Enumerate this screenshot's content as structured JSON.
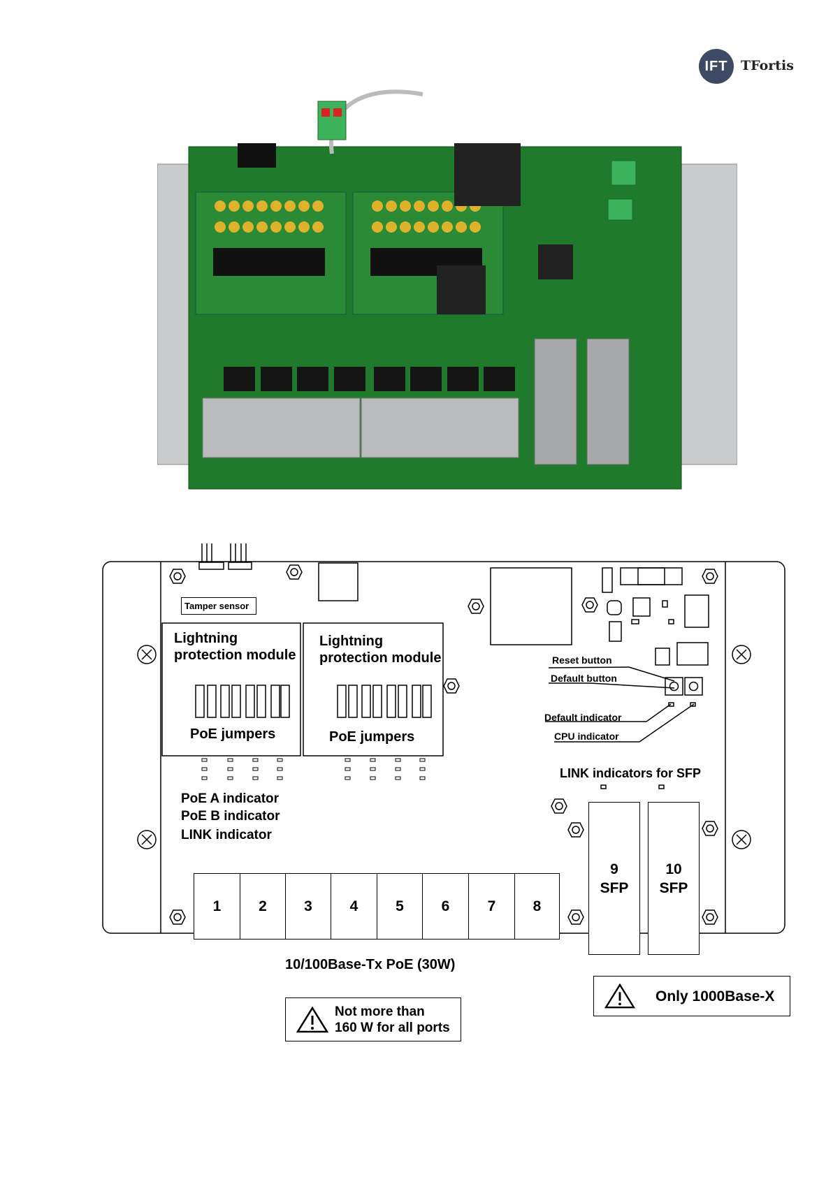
{
  "logo": {
    "mark": "IFT",
    "name": "TFortis",
    "icon": "tfortis-logo-icon"
  },
  "diagram": {
    "tamper_sensor": "Tamper sensor",
    "module_left": {
      "title_line1": "Lightning",
      "title_line2": "protection module",
      "jumpers": "PoE jumpers"
    },
    "module_right": {
      "title_line1": "Lightning",
      "title_line2": "protection module",
      "jumpers": "PoE jumpers"
    },
    "reset_button": "Reset button",
    "default_button": "Default button",
    "default_indicator": "Default indicator",
    "cpu_indicator": "CPU indicator",
    "link_sfp": "LINK indicators for SFP",
    "poe_a": "PoE A indicator",
    "poe_b": "PoE B indicator",
    "link": "LINK indicator",
    "ports": [
      "1",
      "2",
      "3",
      "4",
      "5",
      "6",
      "7",
      "8"
    ],
    "sfp": [
      {
        "num": "9",
        "label": "SFP"
      },
      {
        "num": "10",
        "label": "SFP"
      }
    ],
    "ports_caption": "10/100Base-Tx PoE (30W)",
    "warning_power_line1": "Not more than",
    "warning_power_line2": "160 W for all ports",
    "warning_sfp": "Only 1000Base-X"
  }
}
